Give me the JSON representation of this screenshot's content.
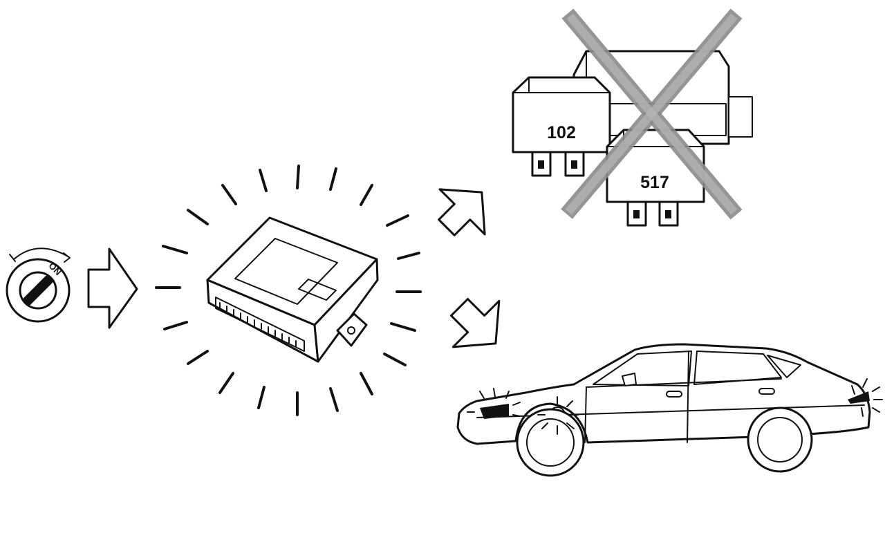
{
  "ignition": {
    "on_label": "ON"
  },
  "relays": [
    {
      "label": "102"
    },
    {
      "label": "517"
    }
  ]
}
